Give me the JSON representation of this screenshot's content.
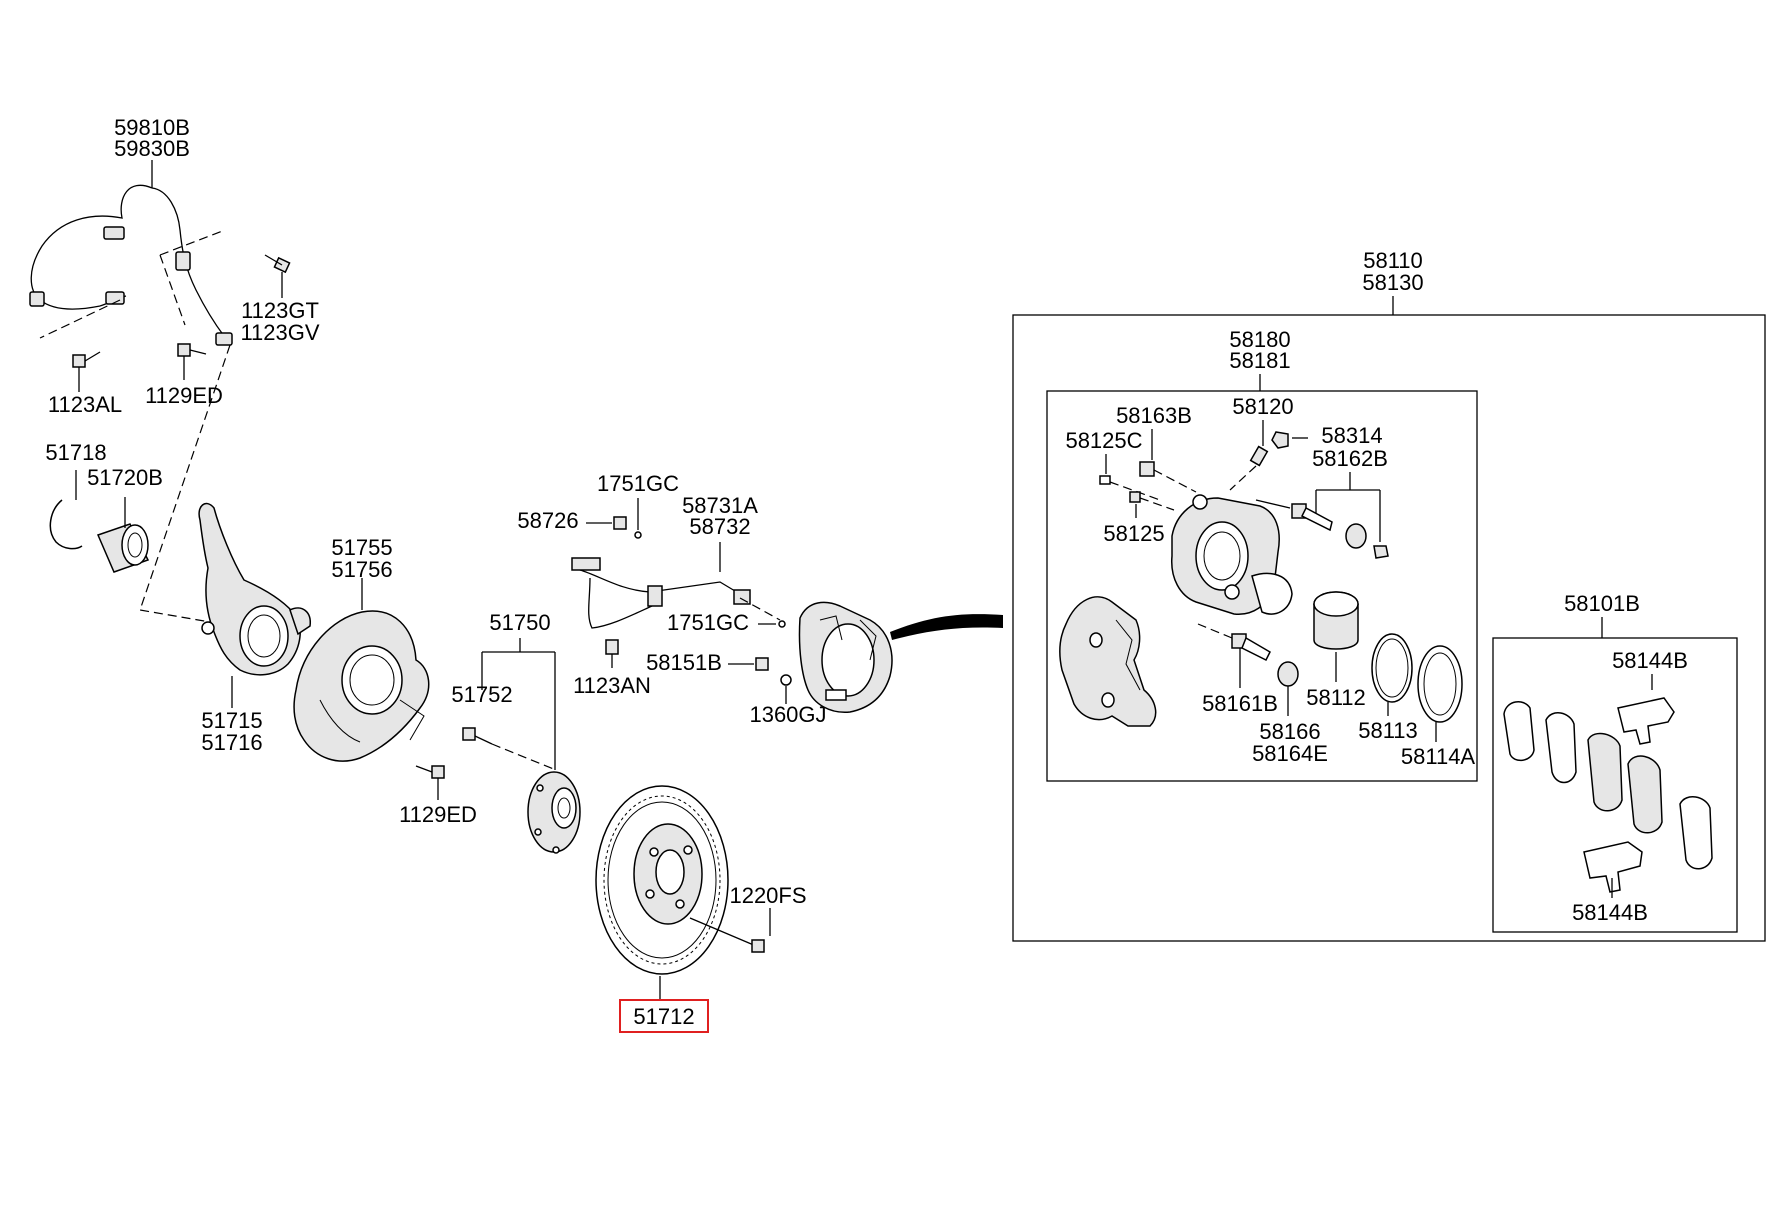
{
  "callouts": {
    "sensor_a": "59810B",
    "sensor_b": "59830B",
    "bolt_1123gt": "1123GT",
    "bolt_1123gv": "1123GV",
    "bolt_1123al": "1123AL",
    "bolt_1129ed_top": "1129ED",
    "snap_ring": "51718",
    "bearing": "51720B",
    "knuckle_a": "51715",
    "knuckle_b": "51716",
    "dust_cover_a": "51755",
    "dust_cover_b": "51756",
    "bolt_1129ed_low": "1129ED",
    "hub_assy": "51750",
    "hub_bolt": "51752",
    "bolt_1751gc_top": "1751GC",
    "bolt_58726": "58726",
    "hose_a": "58731A",
    "hose_b": "58732",
    "bolt_1751gc_mid": "1751GC",
    "bolt_1123an": "1123AN",
    "bolt_58151b": "58151B",
    "bolt_1360gj": "1360GJ",
    "disc_screw": "1220FS",
    "disc": "51712",
    "caliper_assy_a": "58110",
    "caliper_assy_b": "58130",
    "caliper_body_a": "58180",
    "caliper_body_b": "58181",
    "bleeder": "58120",
    "bolt_58163b": "58163B",
    "cap_58125c": "58125C",
    "cap_58314": "58314",
    "pin_kit": "58162B",
    "plug_58125": "58125",
    "guide_pin": "58161B",
    "piston": "58112",
    "seal": "58113",
    "boot": "58114A",
    "bushing_a": "58166",
    "bushing_b": "58164E",
    "pad_kit": "58101B",
    "pad_clip_top": "58144B",
    "pad_clip_bottom": "58144B"
  }
}
